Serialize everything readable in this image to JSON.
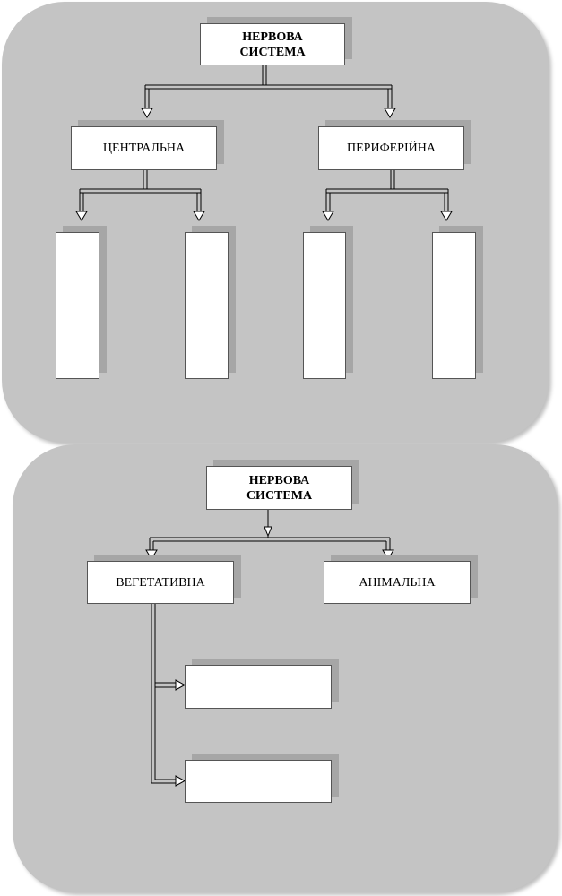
{
  "top_diagram": {
    "root": {
      "line1": "НЕРВОВА",
      "line2": "СИСТЕМА"
    },
    "central": "ЦЕНТРАЛЬНА",
    "peripheral": "ПЕРИФЕРІЙНА",
    "leaves": [
      "",
      "",
      "",
      ""
    ]
  },
  "bottom_diagram": {
    "root": {
      "line1": "НЕРВОВА",
      "line2": "СИСТЕМА"
    },
    "vegetative": "ВЕГЕТАТИВНА",
    "animal": "АНІМАЛЬНА",
    "sub_boxes": [
      "",
      ""
    ]
  },
  "colors": {
    "panel": "#c4c4c4",
    "box_shadow": "#a6a6a6",
    "box_border": "#555555"
  }
}
